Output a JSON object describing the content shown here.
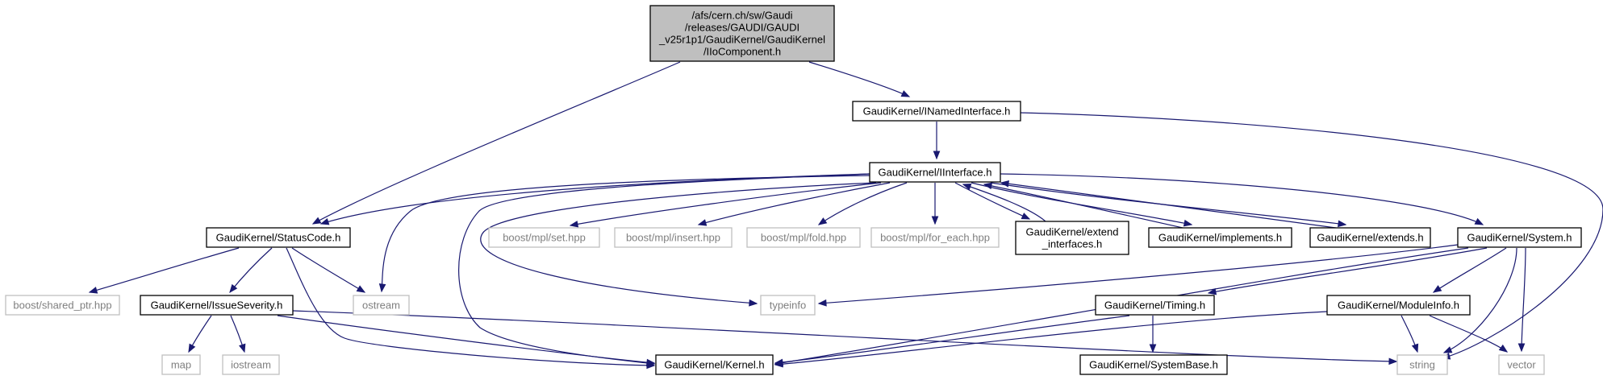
{
  "graph": {
    "nodes": [
      {
        "id": "root",
        "lines": [
          "/afs/cern.ch/sw/Gaudi",
          "/releases/GAUDI/GAUDI",
          "_v25r1p1/GaudiKernel/GaudiKernel",
          "/IIoComponent.h"
        ],
        "style": "root"
      },
      {
        "id": "inamed",
        "lines": [
          "GaudiKernel/INamedInterface.h"
        ],
        "style": "normal"
      },
      {
        "id": "iinterface",
        "lines": [
          "GaudiKernel/IInterface.h"
        ],
        "style": "normal"
      },
      {
        "id": "statuscode",
        "lines": [
          "GaudiKernel/StatusCode.h"
        ],
        "style": "normal"
      },
      {
        "id": "mplset",
        "lines": [
          "boost/mpl/set.hpp"
        ],
        "style": "external"
      },
      {
        "id": "mplinsert",
        "lines": [
          "boost/mpl/insert.hpp"
        ],
        "style": "external"
      },
      {
        "id": "mplfold",
        "lines": [
          "boost/mpl/fold.hpp"
        ],
        "style": "external"
      },
      {
        "id": "mplforeach",
        "lines": [
          "boost/mpl/for_each.hpp"
        ],
        "style": "external"
      },
      {
        "id": "extendif",
        "lines": [
          "GaudiKernel/extend",
          "_interfaces.h"
        ],
        "style": "normal"
      },
      {
        "id": "implements",
        "lines": [
          "GaudiKernel/implements.h"
        ],
        "style": "normal"
      },
      {
        "id": "extends",
        "lines": [
          "GaudiKernel/extends.h"
        ],
        "style": "normal"
      },
      {
        "id": "system",
        "lines": [
          "GaudiKernel/System.h"
        ],
        "style": "normal"
      },
      {
        "id": "sharedptr",
        "lines": [
          "boost/shared_ptr.hpp"
        ],
        "style": "external"
      },
      {
        "id": "issuesev",
        "lines": [
          "GaudiKernel/IssueSeverity.h"
        ],
        "style": "normal"
      },
      {
        "id": "ostream",
        "lines": [
          "ostream"
        ],
        "style": "external"
      },
      {
        "id": "typeinfo",
        "lines": [
          "typeinfo"
        ],
        "style": "external"
      },
      {
        "id": "timing",
        "lines": [
          "GaudiKernel/Timing.h"
        ],
        "style": "normal"
      },
      {
        "id": "moduleinfo",
        "lines": [
          "GaudiKernel/ModuleInfo.h"
        ],
        "style": "normal"
      },
      {
        "id": "map",
        "lines": [
          "map"
        ],
        "style": "external"
      },
      {
        "id": "iostream",
        "lines": [
          "iostream"
        ],
        "style": "external"
      },
      {
        "id": "kernel",
        "lines": [
          "GaudiKernel/Kernel.h"
        ],
        "style": "normal"
      },
      {
        "id": "string",
        "lines": [
          "string"
        ],
        "style": "external"
      },
      {
        "id": "vector",
        "lines": [
          "vector"
        ],
        "style": "external"
      },
      {
        "id": "systembase",
        "lines": [
          "GaudiKernel/SystemBase.h"
        ],
        "style": "normal"
      }
    ],
    "edges": [
      {
        "from": "root",
        "to": "inamed"
      },
      {
        "from": "root",
        "to": "statuscode"
      },
      {
        "from": "inamed",
        "to": "iinterface"
      },
      {
        "from": "inamed",
        "to": "string"
      },
      {
        "from": "iinterface",
        "to": "statuscode"
      },
      {
        "from": "iinterface",
        "to": "ostream"
      },
      {
        "from": "iinterface",
        "to": "kernel"
      },
      {
        "from": "iinterface",
        "to": "typeinfo"
      },
      {
        "from": "iinterface",
        "to": "mplset"
      },
      {
        "from": "iinterface",
        "to": "mplinsert"
      },
      {
        "from": "iinterface",
        "to": "mplfold"
      },
      {
        "from": "iinterface",
        "to": "mplforeach"
      },
      {
        "from": "iinterface",
        "to": "extendif"
      },
      {
        "from": "extendif",
        "to": "iinterface"
      },
      {
        "from": "iinterface",
        "to": "implements"
      },
      {
        "from": "implements",
        "to": "iinterface"
      },
      {
        "from": "iinterface",
        "to": "extends"
      },
      {
        "from": "extends",
        "to": "iinterface"
      },
      {
        "from": "iinterface",
        "to": "system"
      },
      {
        "from": "statuscode",
        "to": "sharedptr"
      },
      {
        "from": "statuscode",
        "to": "issuesev"
      },
      {
        "from": "statuscode",
        "to": "ostream"
      },
      {
        "from": "statuscode",
        "to": "kernel"
      },
      {
        "from": "issuesev",
        "to": "map"
      },
      {
        "from": "issuesev",
        "to": "iostream"
      },
      {
        "from": "issuesev",
        "to": "kernel"
      },
      {
        "from": "issuesev",
        "to": "string"
      },
      {
        "from": "system",
        "to": "typeinfo"
      },
      {
        "from": "system",
        "to": "kernel"
      },
      {
        "from": "system",
        "to": "timing"
      },
      {
        "from": "system",
        "to": "moduleinfo"
      },
      {
        "from": "system",
        "to": "string"
      },
      {
        "from": "system",
        "to": "vector"
      },
      {
        "from": "timing",
        "to": "kernel"
      },
      {
        "from": "timing",
        "to": "systembase"
      },
      {
        "from": "moduleinfo",
        "to": "kernel"
      },
      {
        "from": "moduleinfo",
        "to": "string"
      },
      {
        "from": "moduleinfo",
        "to": "vector"
      }
    ]
  },
  "colors": {
    "edge": "#191970",
    "root_fill": "#bfbfbf",
    "node_border": "#000000",
    "external_border": "#bfbfbf",
    "external_text": "#7f7f7f",
    "text": "#000000"
  }
}
